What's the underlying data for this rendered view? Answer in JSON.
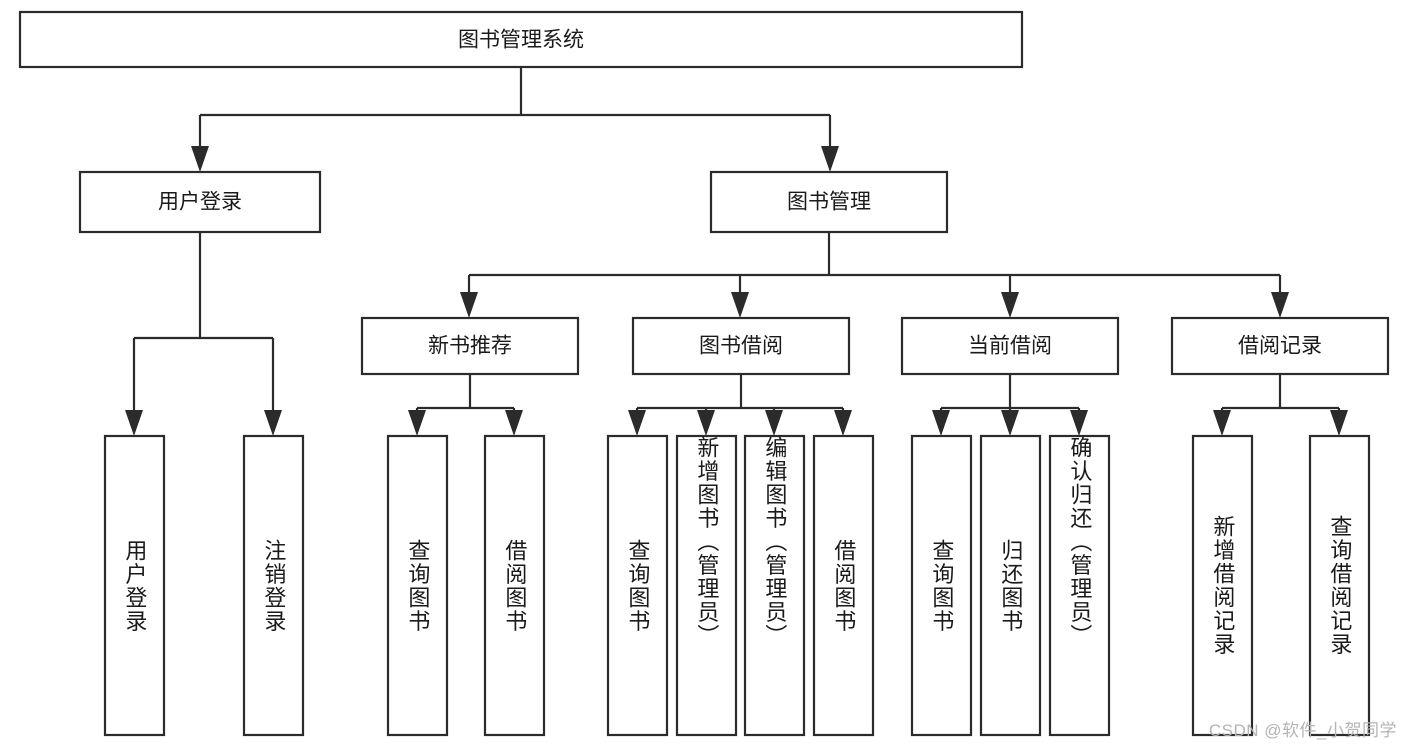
{
  "diagram": {
    "title": "图书管理系统",
    "watermark": "CSDN @软件_小贺同学",
    "style": {
      "box_fill": "#ffffff",
      "box_stroke": "#2b2b2b",
      "text_color": "#1a1a1a",
      "watermark_color": "#b4b4b4",
      "background": "#ffffff"
    },
    "root": {
      "label": "图书管理系统"
    },
    "level2": [
      {
        "label": "用户登录"
      },
      {
        "label": "图书管理"
      }
    ],
    "level3": [
      {
        "label": "新书推荐"
      },
      {
        "label": "图书借阅"
      },
      {
        "label": "当前借阅"
      },
      {
        "label": "借阅记录"
      }
    ],
    "leaves": {
      "user_login": [
        {
          "label": "用户登录"
        },
        {
          "label": "注销登录"
        }
      ],
      "new_book_recommend": [
        {
          "label": "查询图书"
        },
        {
          "label": "借阅图书"
        }
      ],
      "book_borrow": [
        {
          "label": "查询图书"
        },
        {
          "label": "新增图书（管理员）"
        },
        {
          "label": "编辑图书（管理员）"
        },
        {
          "label": "借阅图书"
        }
      ],
      "current_borrow": [
        {
          "label": "查询图书"
        },
        {
          "label": "归还图书"
        },
        {
          "label": "确认归还（管理员）"
        }
      ],
      "borrow_record": [
        {
          "label": "新增借阅记录"
        },
        {
          "label": "查询借阅记录"
        }
      ]
    }
  }
}
